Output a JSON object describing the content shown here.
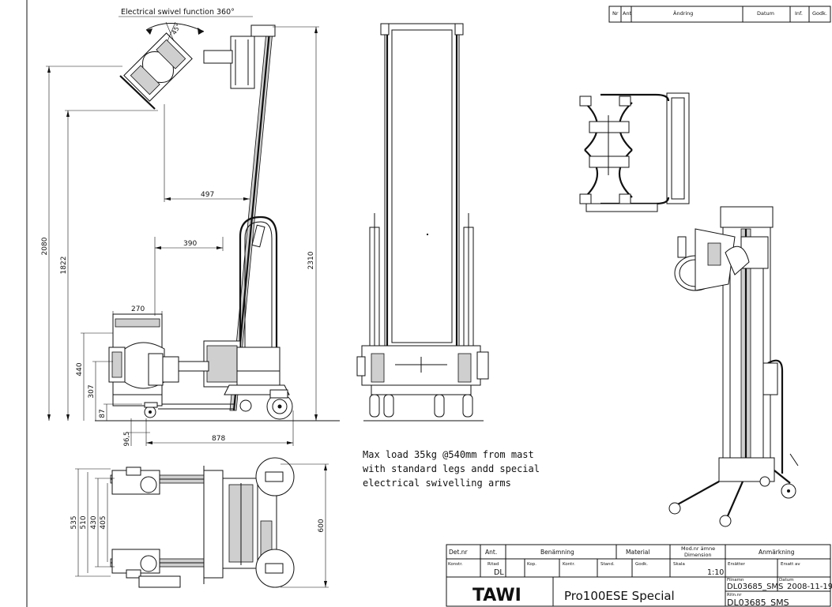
{
  "header_note": "Electrical swivel function 360°",
  "angle_label": "45°",
  "dimensions": {
    "d497": "497",
    "d390": "390",
    "d270": "270",
    "d2080": "2080",
    "d1822": "1822",
    "d2310": "2310",
    "d440": "440",
    "d307": "307",
    "d87": "87",
    "d96_5": "96,5",
    "d878": "878",
    "d535": "535",
    "d510": "510",
    "d430": "430",
    "d405": "405",
    "d600": "600"
  },
  "load_note": [
    "Max load 35kg @540mm from mast",
    "with standard legs andd special",
    "electrical swivelling arms"
  ],
  "revision_table": {
    "headers": [
      "Nr",
      "Ant",
      "Ändring",
      "Datum",
      "Inf.",
      "Godk."
    ]
  },
  "title_block": {
    "row1": [
      "Det.nr",
      "Ant.",
      "Benämning",
      "Material",
      "Mod.nr ämne",
      "Dimension",
      "Anmärkning"
    ],
    "row2": [
      "Konstr.",
      "Ritad",
      "Kop.",
      "Kontr.",
      "Stand.",
      "Godk.",
      "Skala",
      "Ersätter",
      "Ersatt av"
    ],
    "ritad_value": "DL",
    "skala_value": "1:10",
    "company": "TAWI",
    "product_name": "Pro100ESE Special",
    "filnamn_label": "Filnamn",
    "filnamn_value": "DL03685_SMS",
    "datum_label": "Datum",
    "datum_value": "2008-11-19",
    "ritnr_label": "Ritn.nr",
    "ritnr_value": "DL03685_SMS"
  }
}
